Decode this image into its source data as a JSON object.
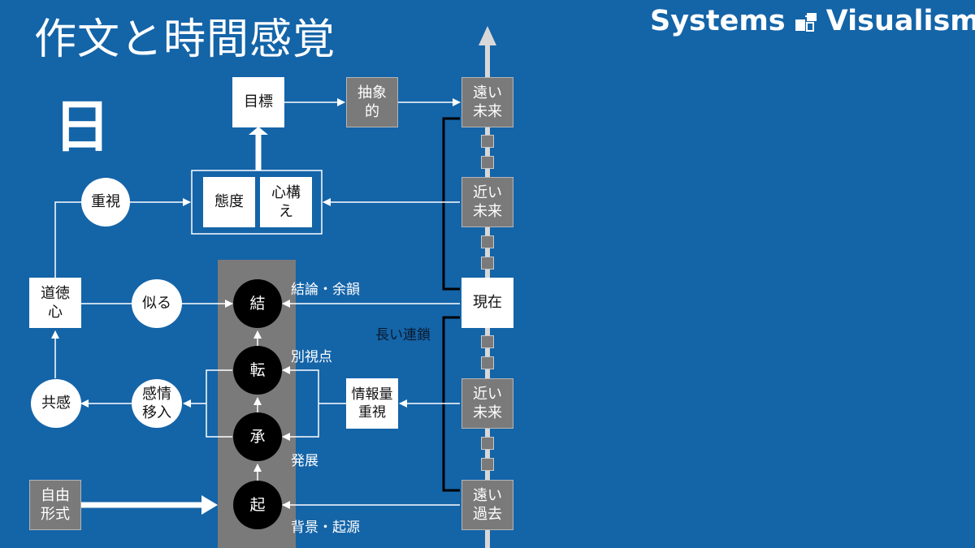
{
  "title": "作文と時間感覚",
  "big_char": "日",
  "brand": {
    "word1": "Systems",
    "word2": "Visualism",
    "logo_icon": "systems-visualism-logo-icon"
  },
  "colors": {
    "background": "#1464a8",
    "gray_box": "#7a7a7a",
    "white": "#ffffff",
    "black": "#000000"
  },
  "timeline": {
    "far_future": "遠い\n未来",
    "near_future": "近い\n未来",
    "present": "現在",
    "near_past": "近い\n未来",
    "far_past": "遠い\n過去"
  },
  "nodes": {
    "goal": "目標",
    "abstract": "抽象\n的",
    "attitude": "態度",
    "mindset": "心構\nえ",
    "emphasis": "重視",
    "moral": "道徳\n心",
    "similar": "似る",
    "empathy": "共感",
    "emotion_transfer": "感情\n移入",
    "info_emphasis": "情報量\n重視",
    "free_form": "自由\n形式"
  },
  "kishotenketsu": {
    "ketsu": "結",
    "ten": "転",
    "sho": "承",
    "ki": "起"
  },
  "labels": {
    "ketsu_label": "結論・余韻",
    "ten_label": "別視点",
    "sho_label": "発展",
    "ki_label": "背景・起源",
    "long_chain": "長い連鎖"
  }
}
